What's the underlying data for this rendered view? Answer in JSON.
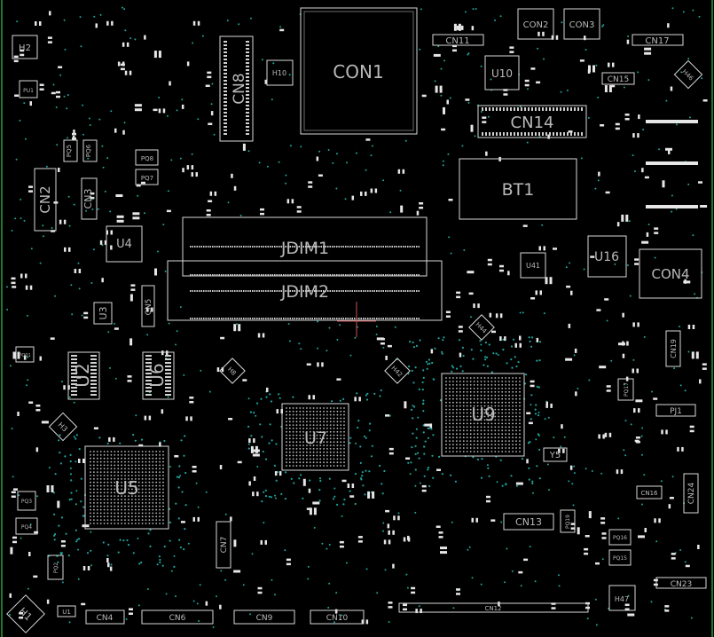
{
  "colors": {
    "background": "#000000",
    "silkscreen": "#d9d9d9",
    "label": "#b9b9b9",
    "via": "#1fa39c",
    "edge": "#2d9c3a",
    "crosshair": "#c45555"
  },
  "labels": {
    "con1": "CON1",
    "cn8": "CN8",
    "h10": "H10",
    "h2": "H2",
    "con2": "CON2",
    "con3": "CON3",
    "cn11": "CN11",
    "cn17": "CN17",
    "u10": "U10",
    "cn15": "CN15",
    "h46": "H46",
    "cn14": "CN14",
    "cn2": "CN2",
    "cn3": "CN3",
    "pq5": "PQ5",
    "pq6": "PQ6",
    "pq8": "PQ8",
    "pq7": "PQ7",
    "pu1": "PU1",
    "bt1": "BT1",
    "u4": "U4",
    "jdim1": "JDIM1",
    "jdim2": "JDIM2",
    "u41": "U41",
    "u16": "U16",
    "con4": "CON4",
    "u3": "U3",
    "cn5": "CN5",
    "h44": "H44",
    "cn19": "CN19",
    "pq01": "PQ01",
    "u2": "U2",
    "u6": "U6",
    "h8": "H8",
    "h42": "H42",
    "u9": "U9",
    "pq17": "PQ17",
    "pj1": "PJ1",
    "h3": "H3",
    "u7": "U7",
    "y5": "Y5",
    "u5": "U5",
    "cn16": "CN16",
    "cn24": "CN24",
    "pq3": "PQ3",
    "pq4": "PQ4",
    "cn7": "CN7",
    "cn13": "CN13",
    "pq19": "PQ19",
    "pq16": "PQ16",
    "pq15": "PQ15",
    "pq2": "PQ2",
    "cn23": "CN23",
    "h47": "H47",
    "h1": "H1",
    "u1": "U1",
    "cn4": "CN4",
    "cn6": "CN6",
    "cn9": "CN9",
    "cn10": "CN10",
    "cn12": "CN12"
  }
}
